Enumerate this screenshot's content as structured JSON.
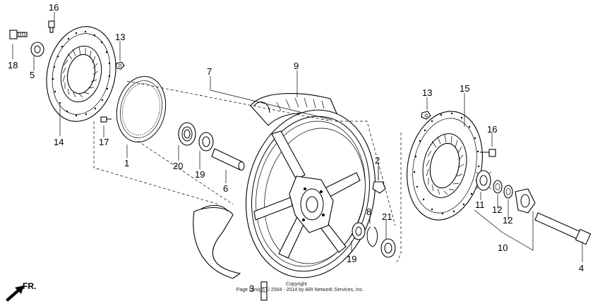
{
  "callouts": {
    "p1": "1",
    "p2": "2",
    "p3": "3",
    "p4": "4",
    "p5": "5",
    "p6": "6",
    "p7": "7",
    "p8": "8",
    "p9": "9",
    "p10": "10",
    "p11": "11",
    "p12a": "12",
    "p12b": "12",
    "p13a": "13",
    "p13b": "13",
    "p14": "14",
    "p15": "15",
    "p16a": "16",
    "p16b": "16",
    "p17": "17",
    "p18": "18",
    "p19a": "19",
    "p19b": "19",
    "p20": "20",
    "p21": "21"
  },
  "direction_label": "FR.",
  "copyright": {
    "line1": "Copyright",
    "line2": "Page Design © 2004 - 2014 by ARI Network Services, Inc."
  }
}
